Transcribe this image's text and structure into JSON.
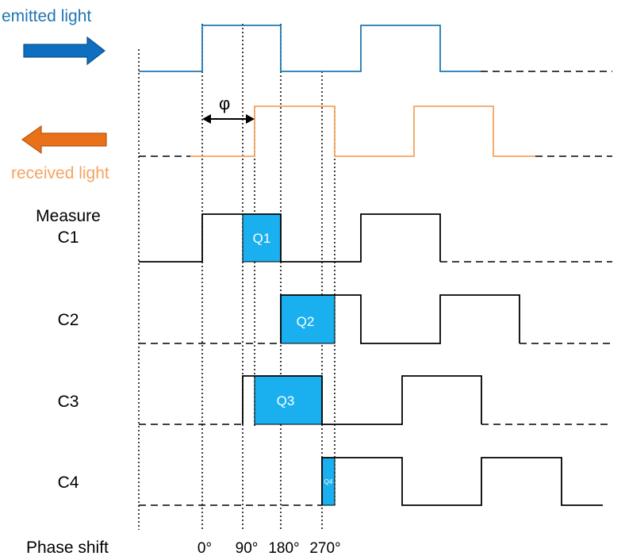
{
  "labels": {
    "emitted": "emitted light",
    "received": "received light",
    "measure": "Measure",
    "c1": "C1",
    "c2": "C2",
    "c3": "C3",
    "c4": "C4",
    "phase_shift": "Phase shift",
    "phi": "φ"
  },
  "charges": {
    "q1": "Q1",
    "q2": "Q2",
    "q3": "Q3",
    "q4": "Q4"
  },
  "phase_ticks": [
    "0°",
    "90°",
    "180°",
    "270°"
  ],
  "colors": {
    "emitted": "#1f77b4",
    "received": "#f4a460",
    "emitted_arrow": "#0e6fc0",
    "received_arrow": "#e8711a",
    "charge_fill": "#1ab0ef",
    "signal": "#000000"
  },
  "icons": {
    "emitted_arrow": "right-arrow-icon",
    "received_arrow": "left-arrow-icon"
  }
}
